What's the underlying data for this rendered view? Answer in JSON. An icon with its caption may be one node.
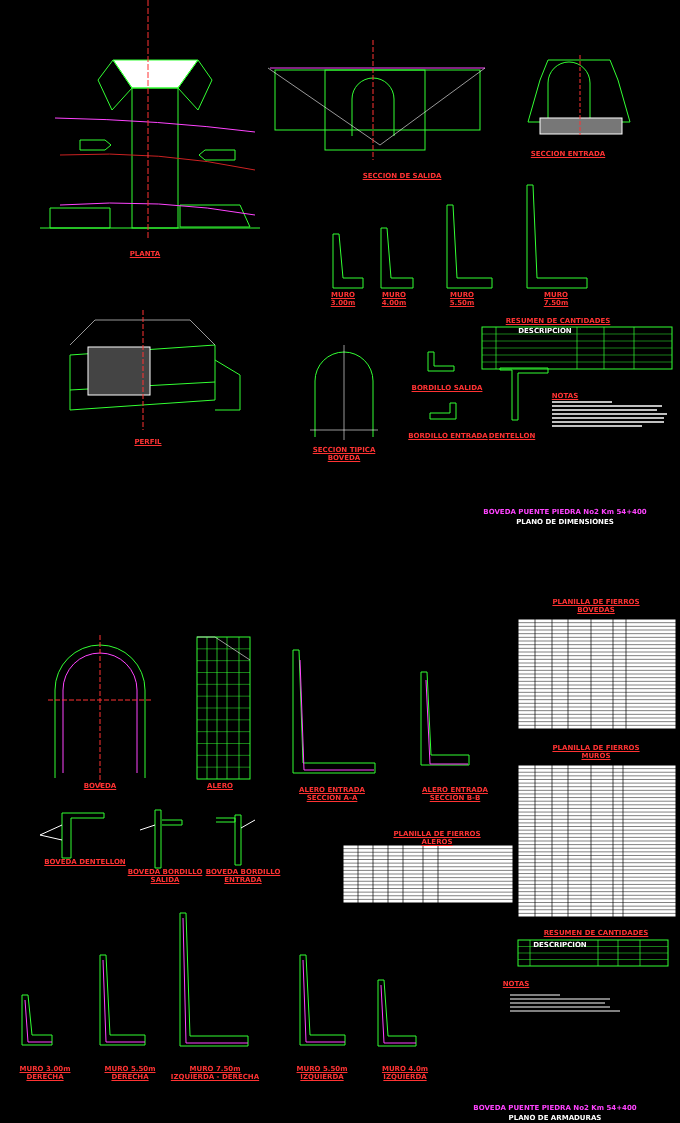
{
  "diagram": {
    "labels": [
      "PLANTA",
      "SECCION DE SALIDA",
      "SECCION ENTRADA",
      "MURO 3.00m",
      "MURO 4.00m",
      "MURO 5.50m",
      "MURO 7.50m",
      "RESUMEN DE CANTIDADES",
      "DESCRIPCION",
      "PERFIL",
      "SECCION TIPICA BOVEDA",
      "BORDILLO SALIDA",
      "BORDILLO ENTRADA",
      "DENTELLON",
      "NOTAS",
      "BOVEDA PUENTE PIEDRA No2 Km 54+400",
      "PLANO DE DIMENSIONES",
      "PLANILLA DE FIERROS BOVEDAS",
      "BOVEDA",
      "ALERO",
      "ALERO ENTRADA SECCION A-A",
      "ALERO ENTRADA SECCION B-B",
      "PLANILLA DE FIERROS MUROS",
      "BOVEDA DENTELLON",
      "BOVEDA BORDILLO SALIDA",
      "BOVEDA BORDILLO ENTRADA",
      "PLANILLA DE FIERROS ALEROS",
      "RESUMEN DE CANTIDADES",
      "DESCRIPCION",
      "NOTAS",
      "MURO 3.00m DERECHA",
      "MURO 5.50m DERECHA",
      "MURO 7.50m IZQUIERDA - DERECHA",
      "MURO 5.50m IZQUIERDA",
      "MURO 4.0m IZQUIERDA",
      "BOVEDA PUENTE PIEDRA No2 Km 54+400",
      "PLANO DE ARMADURAS"
    ]
  }
}
